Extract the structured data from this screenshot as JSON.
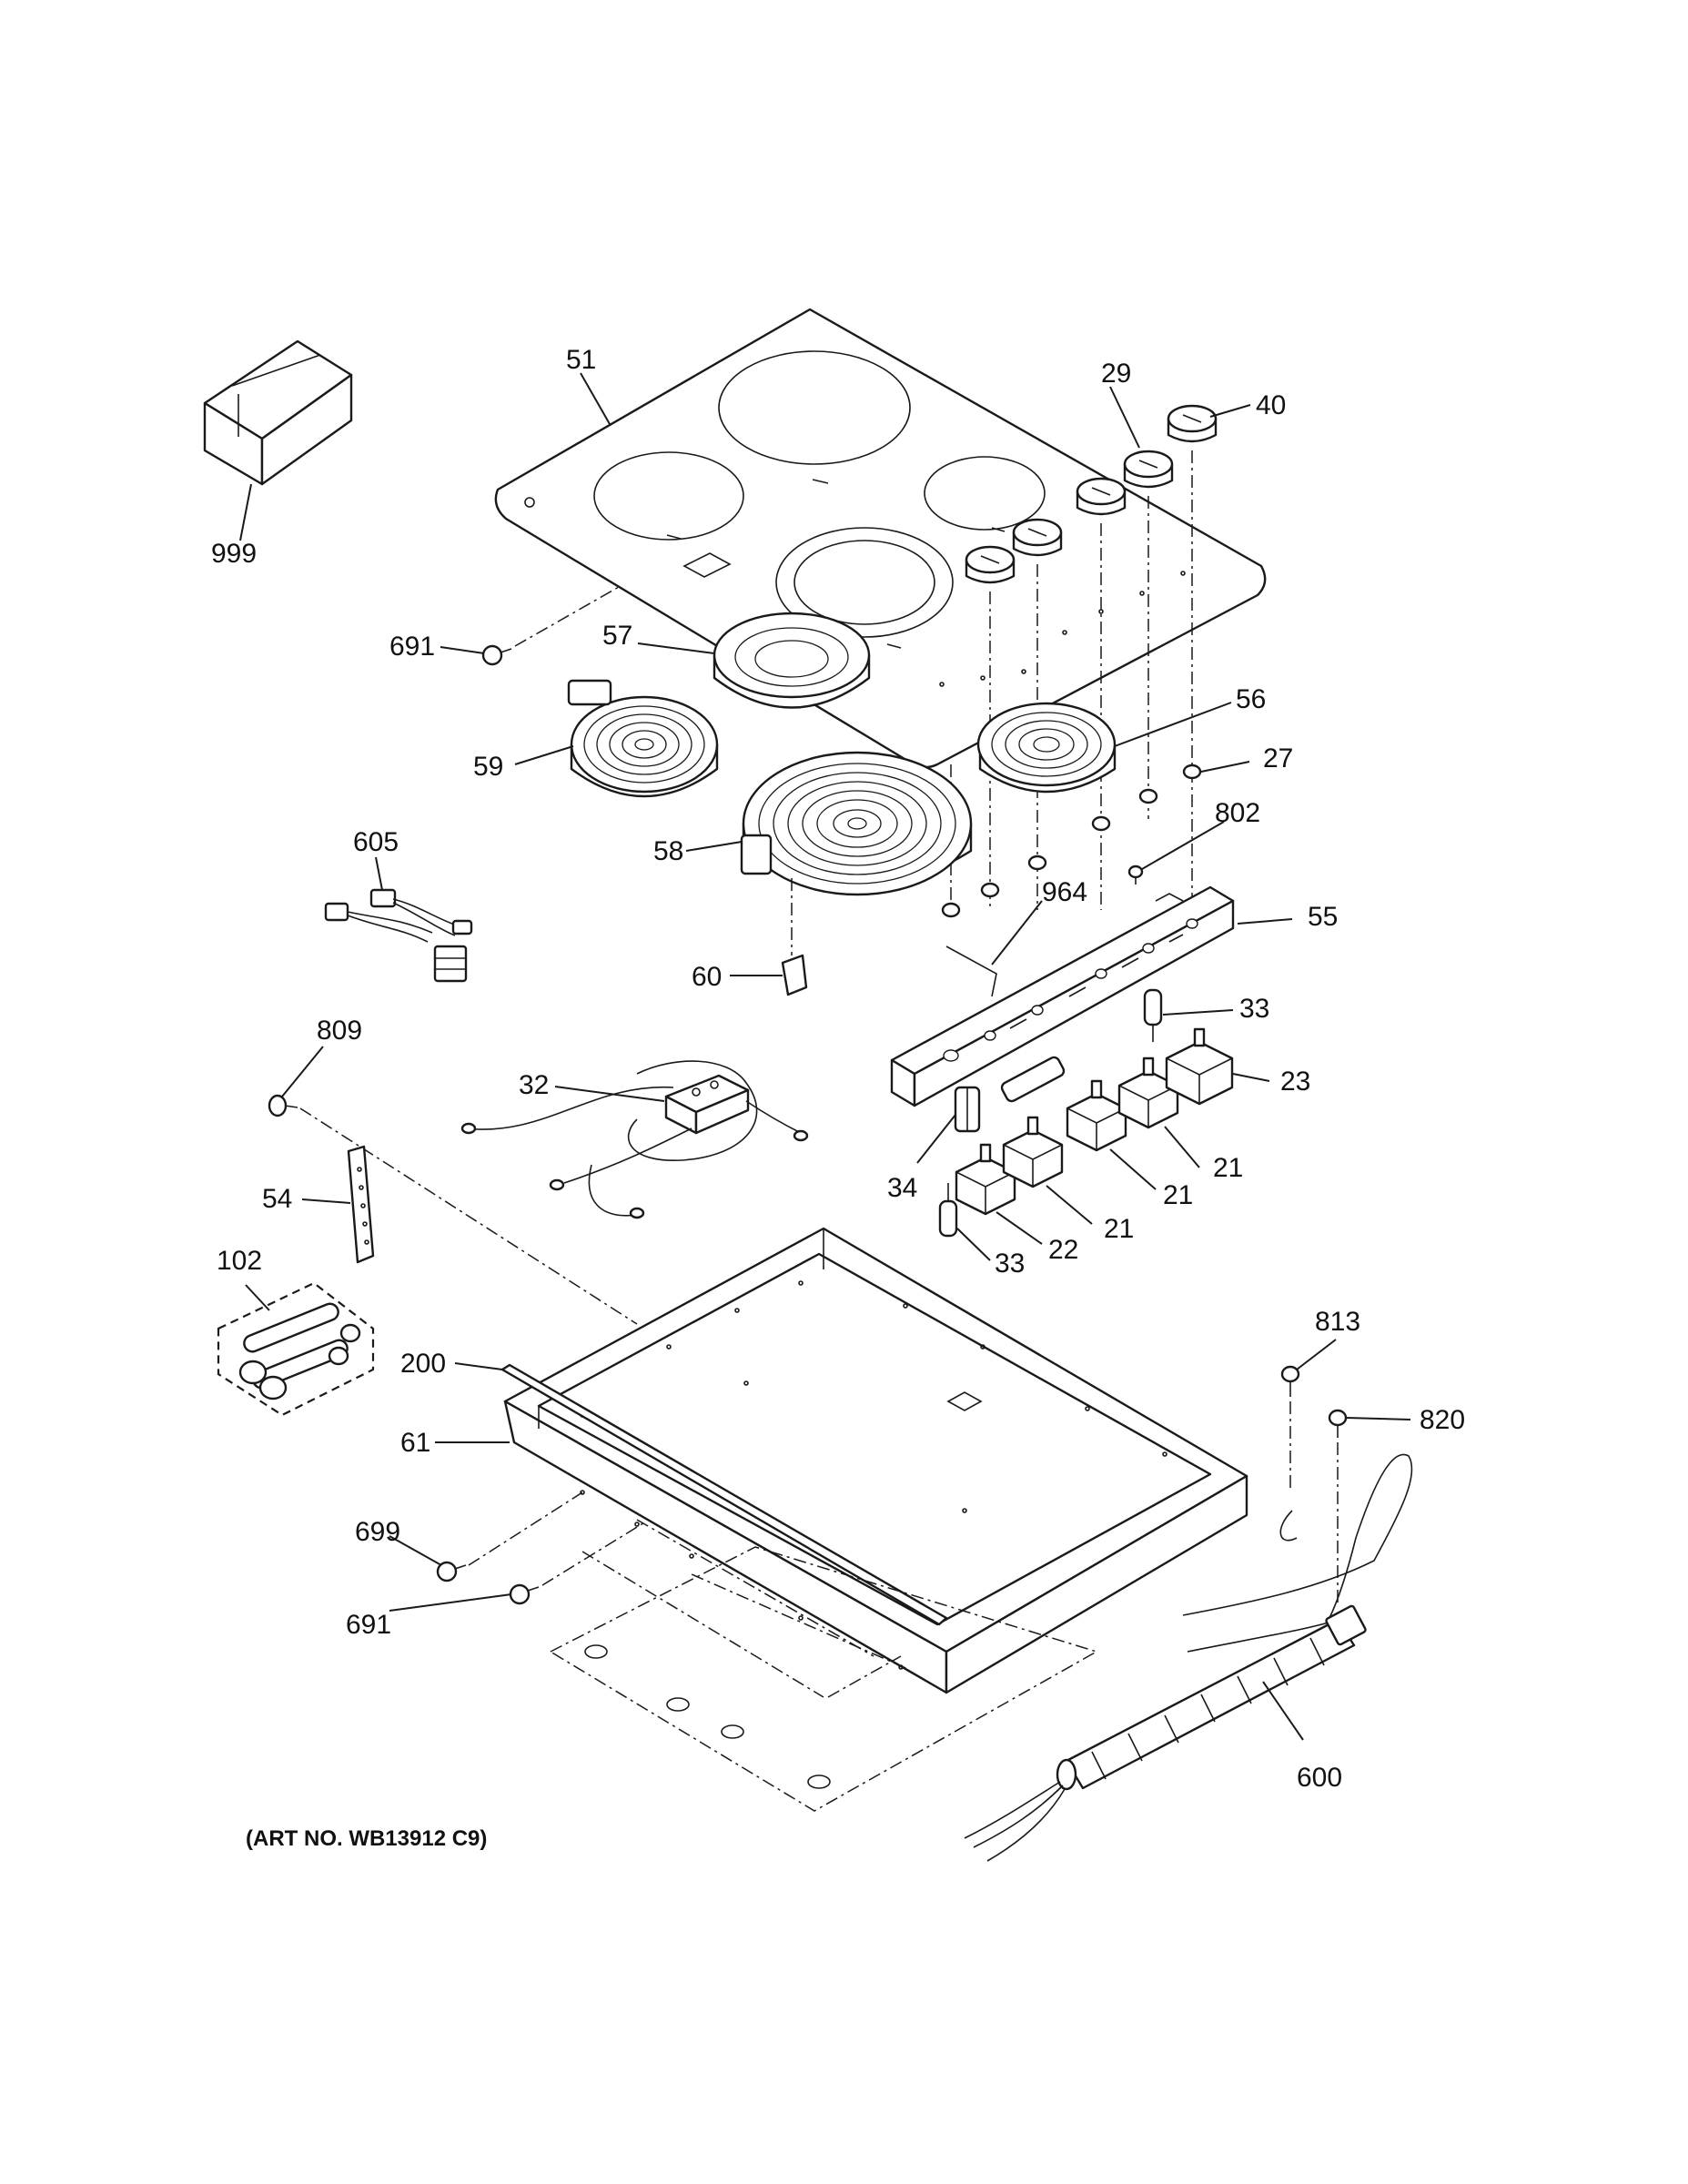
{
  "diagram": {
    "callouts": [
      "51",
      "29",
      "40",
      "999",
      "691",
      "57",
      "59",
      "56",
      "27",
      "605",
      "58",
      "802",
      "964",
      "55",
      "60",
      "33",
      "809",
      "32",
      "23",
      "21",
      "21",
      "21",
      "34",
      "54",
      "22",
      "33",
      "102",
      "813",
      "200",
      "820",
      "61",
      "699",
      "691",
      "600"
    ],
    "art_number": "(ART NO. WB13912 C9)"
  }
}
